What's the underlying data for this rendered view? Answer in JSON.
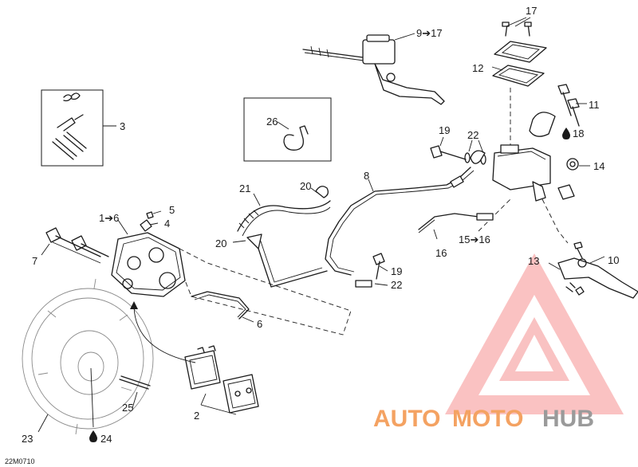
{
  "drawing_code": "22M0710",
  "callouts": {
    "c1": "1➔6",
    "c2": "2",
    "c3": "3",
    "c4": "4",
    "c5": "5",
    "c6": "6",
    "c7": "7",
    "c8": "8",
    "c9": "9➔17",
    "c10": "10",
    "c11": "11",
    "c12": "12",
    "c13": "13",
    "c14": "14",
    "c15": "15➔16",
    "c16": "16",
    "c17": "17",
    "c18": "18",
    "c19a": "19",
    "c19b": "19",
    "c20a": "20",
    "c20b": "20",
    "c21": "21",
    "c22a": "22",
    "c22b": "22",
    "c23": "23",
    "c24": "24",
    "c25": "25",
    "c26": "26"
  },
  "watermark": {
    "part1": "AUTO",
    "part2": "MOTO",
    "part3": "HUB",
    "logo_color": "#f26b6b",
    "text_color_orange": "#f4a262",
    "text_color_gray": "#9a9a9a"
  }
}
